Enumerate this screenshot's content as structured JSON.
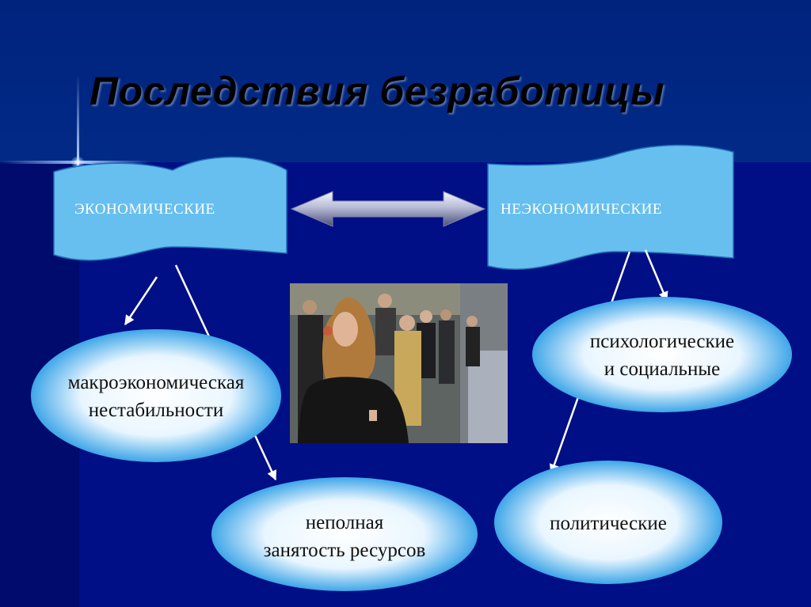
{
  "title": "Последствия безработицы",
  "banners": {
    "economic": "ЭКОНОМИЧЕСКИЕ",
    "non_economic": "НЕЭКОНОМИЧЕСКИЕ"
  },
  "ovals": {
    "macro": [
      "макроэкономическая",
      "нестабильности"
    ],
    "underemployment": [
      "неполная",
      "занятость ресурсов"
    ],
    "psych_social": [
      "психологические",
      "и социальные"
    ],
    "political": [
      "политические"
    ]
  },
  "colors": {
    "background": "#000f86",
    "banner_fill": "#66bfee",
    "oval_center": "#ffffff",
    "oval_edge": "#3fa6e8"
  }
}
